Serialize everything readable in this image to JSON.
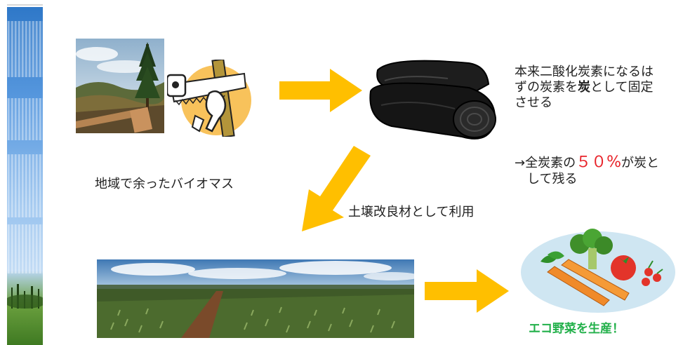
{
  "labels": {
    "biomass": "地域で余ったバイオマス",
    "soil_use": "土壌改良材として利用",
    "eco_veg": "エコ野菜を生産！"
  },
  "description": {
    "line1": "本来二酸化炭素になるは",
    "line2a": "ずの炭素を",
    "line2b": "炭",
    "line2c": "として固定",
    "line3": "させる"
  },
  "residual": {
    "prefix": "→全炭素の",
    "percent": "５０%",
    "suffix": "が炭と",
    "line2": "して残る"
  },
  "colors": {
    "arrow": "#ffbf00",
    "percent": "#e8232a",
    "eco_text": "#22b04a"
  },
  "icons": {
    "forest_photo": "forest-logging-photo",
    "saw": "saw-cutting-log-clipart",
    "charcoal": "charcoal-log-icon",
    "field": "farm-field-photo",
    "vegetables": "vegetable-plate-clipart"
  }
}
